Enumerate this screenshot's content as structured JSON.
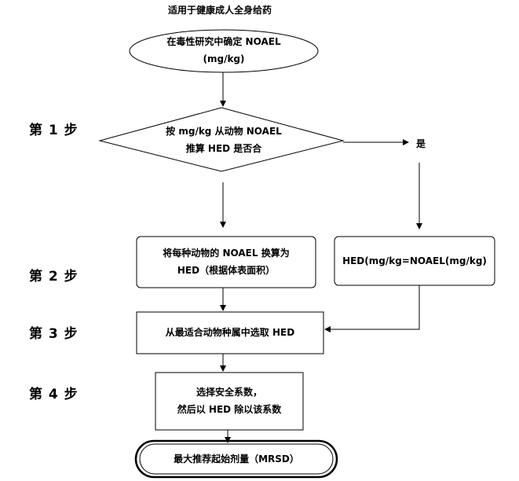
{
  "title": "适用于健康成人全身给药",
  "steps": {
    "step1": "第 1 步",
    "step2": "第 2 步",
    "step3": "第 3 步",
    "step4": "第 4 步"
  },
  "nodes": {
    "start_line1": "在毒性研究中确定 NOAEL",
    "start_line2": "(mg/kg)",
    "decision_line1": "按 mg/kg 从动物 NOAEL",
    "decision_line2": "推算 HED 是否合",
    "yes_label": "是",
    "convert_line1": "将每种动物的 NOAEL 换算为",
    "convert_line2": "HED（根据体表面积）",
    "hed_equal": "HED(mg/kg=NOAEL(mg/kg)",
    "select_species": "从最适合动物种属中选取 HED",
    "safety_line1": "选择安全系数，",
    "safety_line2": "然后以 HED 除以该系数",
    "mrsd": "最大推荐起始剂量（MRSD）"
  }
}
